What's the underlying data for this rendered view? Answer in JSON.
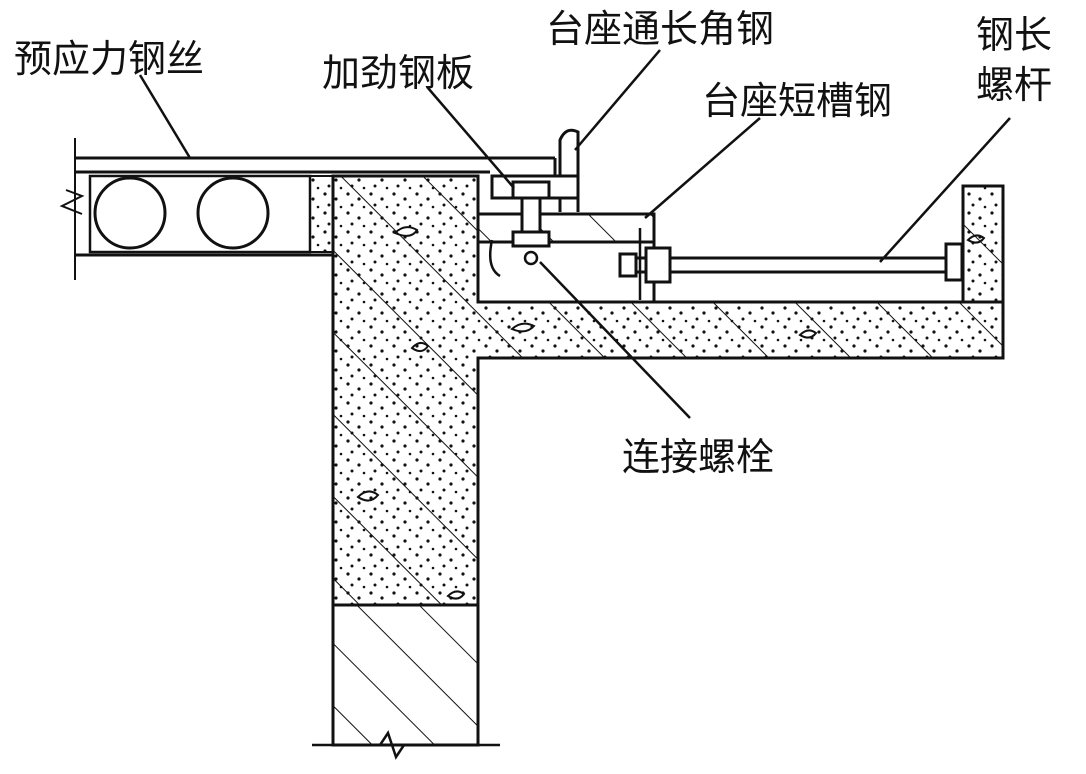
{
  "labels": {
    "prestressed_wire": "预应力钢丝",
    "stiffener_plate": "加劲钢板",
    "pedestal_angle_steel": "台座通长角钢",
    "pedestal_channel_steel": "台座短槽钢",
    "steel_long_screw_line1": "钢长",
    "steel_long_screw_line2": "螺杆",
    "connecting_bolt": "连接螺栓"
  },
  "colors": {
    "line": "#111111",
    "background": "#ffffff"
  }
}
